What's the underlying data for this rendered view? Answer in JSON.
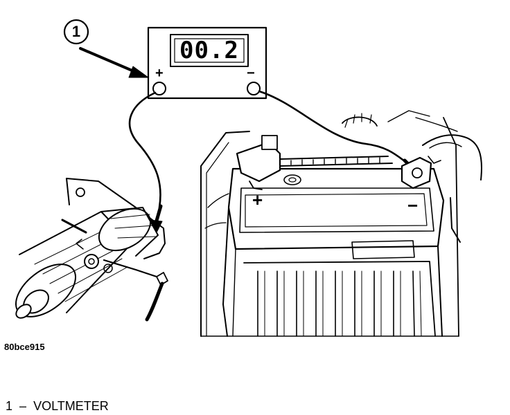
{
  "callout": {
    "number": "1"
  },
  "meter": {
    "display": "00.2",
    "positive_label": "+",
    "negative_label": "−"
  },
  "battery": {
    "positive_mark": "+",
    "negative_mark": "−"
  },
  "figure_id": "80bce915",
  "legend": {
    "number": "1",
    "dash": "–",
    "label": "VOLTMETER"
  }
}
